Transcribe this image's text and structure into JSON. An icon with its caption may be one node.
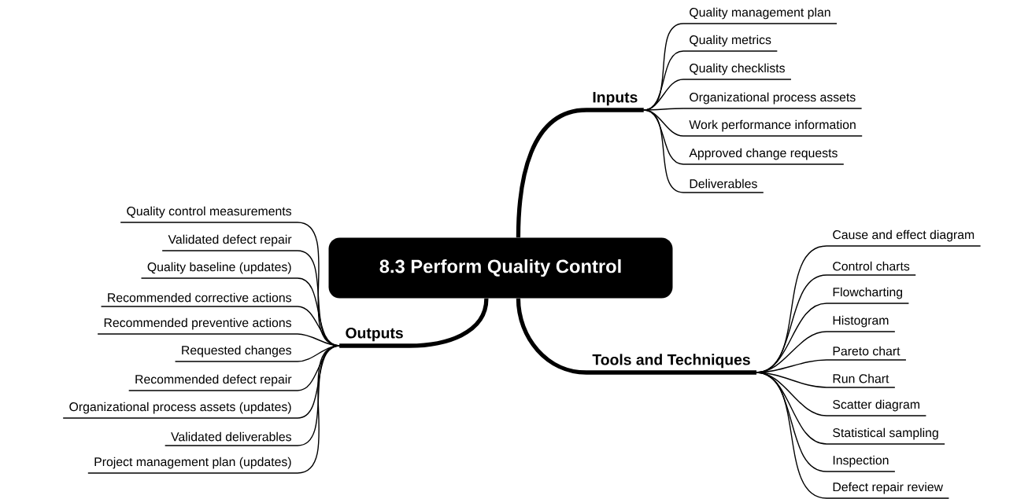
{
  "diagram": {
    "nodes": [
      {
        "text": [
          "8.3 Perform Quality Control"
        ]
      },
      {
        "text": [
          "Inputs"
        ]
      },
      {
        "text": [
          "Quality management plan"
        ]
      },
      {
        "text": [
          "Quality metrics"
        ]
      },
      {
        "text": [
          "Quality checklists"
        ]
      },
      {
        "text": [
          "Organizational process assets"
        ]
      },
      {
        "text": [
          "Work performance information"
        ]
      },
      {
        "text": [
          "Approved change requests"
        ]
      },
      {
        "text": [
          "Deliverables"
        ]
      },
      {
        "text": [
          "Tools and Techniques"
        ]
      },
      {
        "text": [
          "Cause and effect diagram"
        ]
      },
      {
        "text": [
          "Control charts"
        ]
      },
      {
        "text": [
          "Flowcharting"
        ]
      },
      {
        "text": [
          "Histogram"
        ]
      },
      {
        "text": [
          "Pareto chart"
        ]
      },
      {
        "text": [
          "Run Chart"
        ]
      },
      {
        "text": [
          "Scatter diagram"
        ]
      },
      {
        "text": [
          "Statistical sampling"
        ]
      },
      {
        "text": [
          "Inspection"
        ]
      },
      {
        "text": [
          "Defect repair review"
        ]
      },
      {
        "text": [
          "Outputs"
        ]
      },
      {
        "text": [
          "Quality control measurements"
        ]
      },
      {
        "text": [
          "Validated defect repair"
        ]
      },
      {
        "text": [
          "Quality baseline (updates)"
        ]
      },
      {
        "text": [
          "Recommended corrective actions"
        ]
      },
      {
        "text": [
          "Recommended preventive actions"
        ]
      },
      {
        "text": [
          "Requested changes"
        ]
      },
      {
        "text": [
          "Recommended defect repair"
        ]
      },
      {
        "text": [
          "Organizational process assets (updates)"
        ]
      },
      {
        "text": [
          "Validated deliverables"
        ]
      },
      {
        "text": [
          "Project management plan (updates)"
        ]
      }
    ],
    "edges": [
      {
        "from": 0,
        "to": 1,
        "arrow": "none",
        "style": "thick"
      },
      {
        "from": 0,
        "to": 9,
        "arrow": "none",
        "style": "thick"
      },
      {
        "from": 0,
        "to": 20,
        "arrow": "none",
        "style": "thick"
      },
      {
        "from": 1,
        "to": 2,
        "arrow": "none"
      },
      {
        "from": 1,
        "to": 3,
        "arrow": "none"
      },
      {
        "from": 1,
        "to": 4,
        "arrow": "none"
      },
      {
        "from": 1,
        "to": 5,
        "arrow": "none"
      },
      {
        "from": 1,
        "to": 6,
        "arrow": "none"
      },
      {
        "from": 1,
        "to": 7,
        "arrow": "none"
      },
      {
        "from": 1,
        "to": 8,
        "arrow": "none"
      },
      {
        "from": 9,
        "to": 10,
        "arrow": "none"
      },
      {
        "from": 9,
        "to": 11,
        "arrow": "none"
      },
      {
        "from": 9,
        "to": 12,
        "arrow": "none"
      },
      {
        "from": 9,
        "to": 13,
        "arrow": "none"
      },
      {
        "from": 9,
        "to": 14,
        "arrow": "none"
      },
      {
        "from": 9,
        "to": 15,
        "arrow": "none"
      },
      {
        "from": 9,
        "to": 16,
        "arrow": "none"
      },
      {
        "from": 9,
        "to": 17,
        "arrow": "none"
      },
      {
        "from": 9,
        "to": 18,
        "arrow": "none"
      },
      {
        "from": 9,
        "to": 19,
        "arrow": "none"
      },
      {
        "from": 20,
        "to": 21,
        "arrow": "none"
      },
      {
        "from": 20,
        "to": 22,
        "arrow": "none"
      },
      {
        "from": 20,
        "to": 23,
        "arrow": "none"
      },
      {
        "from": 20,
        "to": 24,
        "arrow": "none"
      },
      {
        "from": 20,
        "to": 25,
        "arrow": "none"
      },
      {
        "from": 20,
        "to": 26,
        "arrow": "none"
      },
      {
        "from": 20,
        "to": 27,
        "arrow": "none"
      },
      {
        "from": 20,
        "to": 28,
        "arrow": "none"
      },
      {
        "from": 20,
        "to": 29,
        "arrow": "none"
      },
      {
        "from": 20,
        "to": 30,
        "arrow": "none"
      }
    ]
  }
}
